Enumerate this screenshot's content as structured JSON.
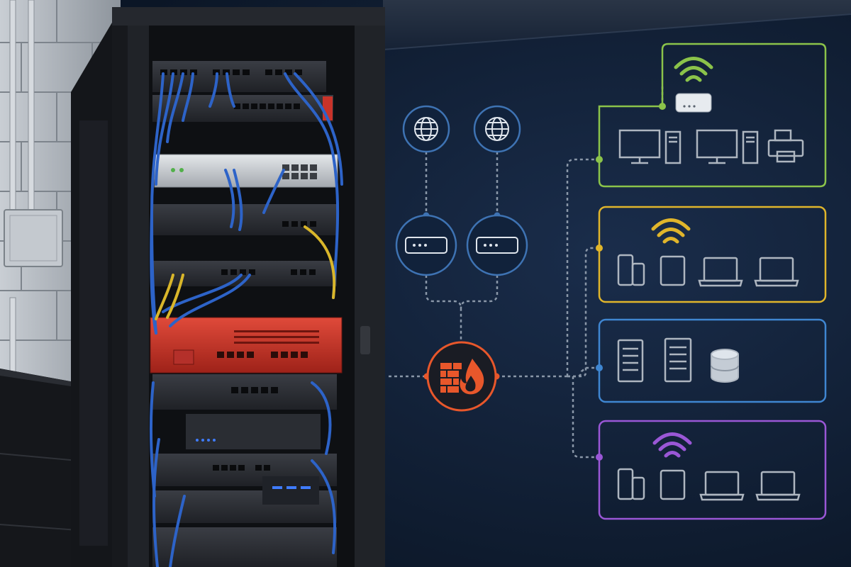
{
  "colors": {
    "background": "#12213a",
    "wall": "#b9bfc6",
    "rack": "#1b1d22",
    "cable_blue": "#2d63c8",
    "cable_yellow": "#d9b62a",
    "firewall": "#e8572b",
    "circle_stroke": "#3e73b3",
    "dotted_line": "#8a97a8",
    "zone_green": "#8bc34a",
    "zone_yellow": "#e0b52b",
    "zone_blue": "#3f86d1",
    "zone_purple": "#9a57d6",
    "device_icon": "#aeb6c0"
  },
  "icons": {
    "internet": "globe-icon",
    "modem": "modem-icon",
    "firewall": "firewall-icon",
    "wifi": "wifi-icon",
    "access_point": "access-point-icon",
    "desktop": "desktop-monitor-icon",
    "tower": "pc-tower-icon",
    "printer": "printer-icon",
    "phone": "smartphone-icon",
    "tablet": "tablet-icon",
    "laptop": "laptop-icon",
    "server": "server-icon",
    "database": "database-icon"
  },
  "zones": [
    {
      "name": "wired-office-zone",
      "color": "#8bc34a"
    },
    {
      "name": "wireless-staff-zone",
      "color": "#e0b52b"
    },
    {
      "name": "server-zone",
      "color": "#3f86d1"
    },
    {
      "name": "wireless-guest-zone",
      "color": "#9a57d6"
    }
  ]
}
